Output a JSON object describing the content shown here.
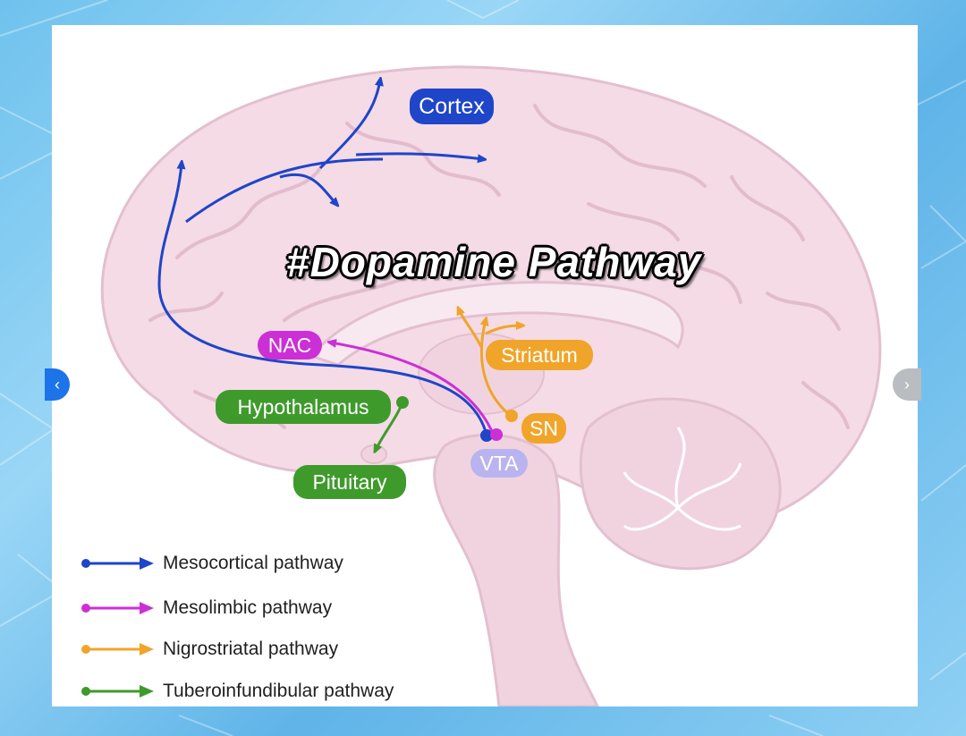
{
  "title": "#Dopamine  Pathway",
  "labels": {
    "cortex": "Cortex",
    "nac": "NAC",
    "striatum": "Striatum",
    "hypothalamus": "Hypothalamus",
    "sn": "SN",
    "vta": "VTA",
    "pituitary": "Pituitary"
  },
  "legend": [
    {
      "label": "Mesocortical pathway",
      "color": "#1f45c9"
    },
    {
      "label": "Mesolimbic pathway",
      "color": "#cc2fd6"
    },
    {
      "label": "Nigrostriatal pathway",
      "color": "#f0a52a"
    },
    {
      "label": "Tuberoinfundibular pathway",
      "color": "#3f9a2c"
    }
  ],
  "nav": {
    "prev": "‹",
    "next": "›"
  },
  "colors": {
    "mesocortical": "#1f45c9",
    "mesolimbic": "#cc2fd6",
    "nigrostriatal": "#f0a52a",
    "tuberoinfundibular": "#3f9a2c",
    "brain": "#f4dbe6",
    "vta_pill": "#b9b4f0"
  }
}
